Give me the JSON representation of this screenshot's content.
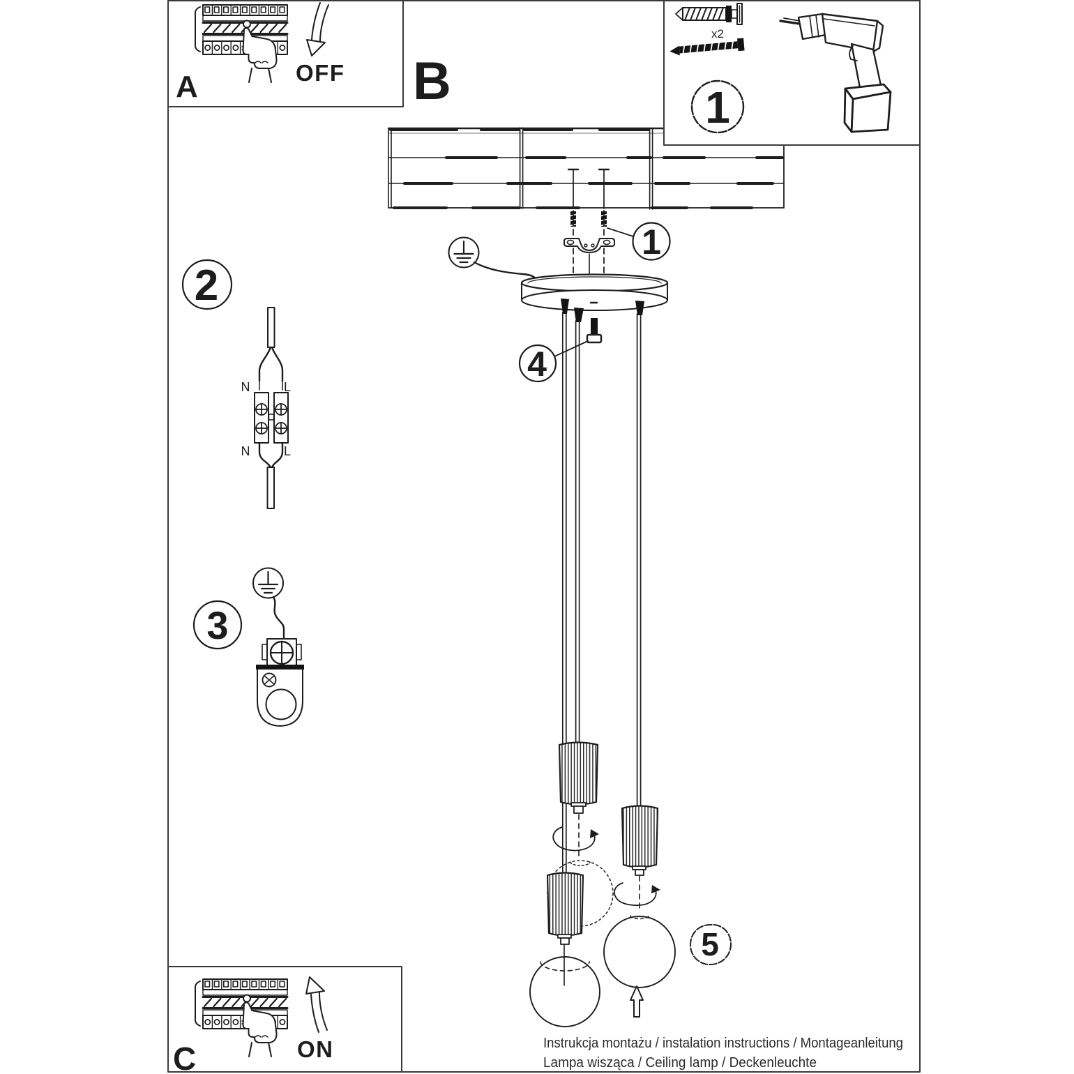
{
  "colors": {
    "ink": "#1d1d1d",
    "frame": "#3a3a3a",
    "footer_text": "#2b2b2b",
    "background": "#ffffff"
  },
  "boxes": {
    "a": {
      "label": "A",
      "state": "OFF"
    },
    "b": {
      "label": "B"
    },
    "c": {
      "label": "C",
      "state": "ON"
    },
    "tools": {
      "number": "1",
      "quantity": "x2"
    }
  },
  "callouts": {
    "anchors": "1",
    "connector": "2",
    "earth": "3",
    "screw": "4",
    "globe": "5"
  },
  "connector": {
    "n_top": "N",
    "l_top": "L",
    "n_bottom": "N",
    "l_bottom": "L"
  },
  "footer": {
    "line1": "Instrukcja montażu / instalation instructions / Montageanleitung",
    "line2": "Lampa wisząca / Ceiling lamp / Deckenleuchte"
  }
}
